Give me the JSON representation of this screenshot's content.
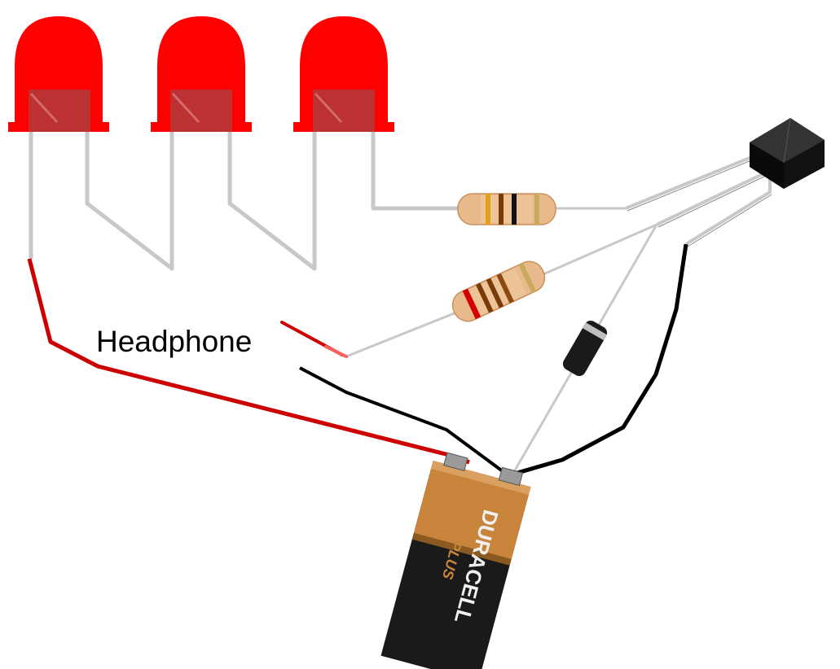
{
  "diagram": {
    "labels": {
      "headphone": "Headphone"
    },
    "battery": {
      "brand": "DURACELL",
      "sub_brand": "PLUS"
    },
    "colors": {
      "led_red": "#ff0000",
      "led_dark": "#b03a3a",
      "wire_red": "#cc0000",
      "wire_black": "#000000",
      "lead_gray": "#c8c8c8",
      "battery_copper": "#c8843a",
      "battery_black": "#1a1a1a",
      "resistor_body": "#e8b98a",
      "diode_body": "#1a1a1a",
      "transistor_body": "#111111"
    },
    "components": [
      {
        "name": "led",
        "count": 3
      },
      {
        "name": "resistor",
        "count": 2
      },
      {
        "name": "diode",
        "count": 1
      },
      {
        "name": "transistor",
        "count": 1
      },
      {
        "name": "battery-9v",
        "count": 1
      }
    ]
  }
}
